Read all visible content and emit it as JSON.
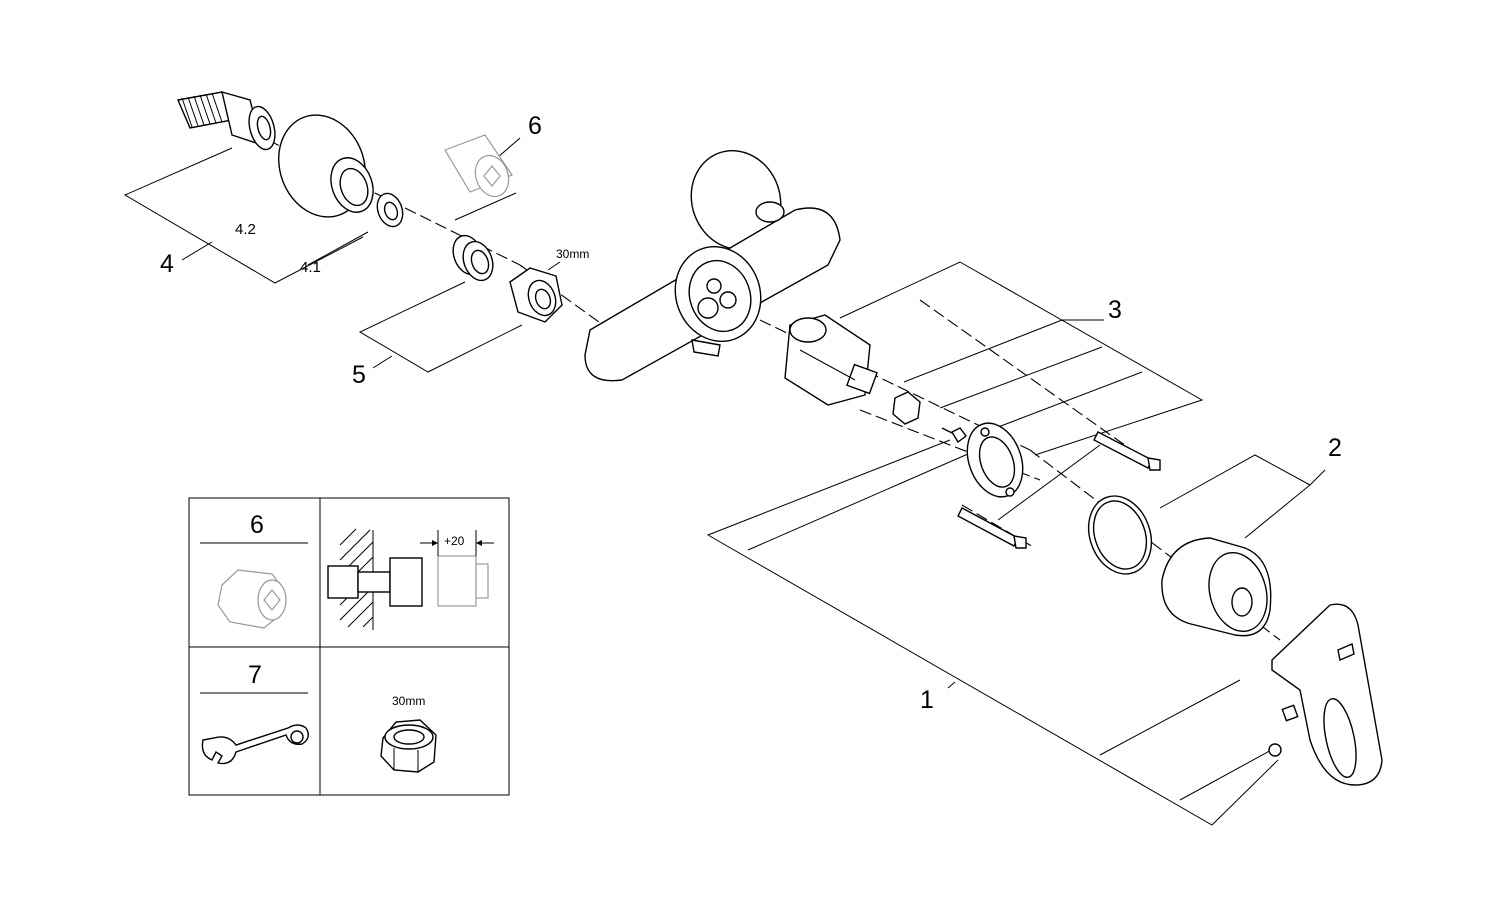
{
  "callouts": {
    "part_1": "1",
    "part_2": "2",
    "part_3": "3",
    "part_4": "4",
    "part_4_1": "4.1",
    "part_4_2": "4.2",
    "part_5": "5",
    "part_6": "6",
    "nut_size": "30mm"
  },
  "inset": {
    "cell_6_label": "6",
    "cell_7_label": "7",
    "extension_dim": "+20",
    "nut_size": "30mm"
  }
}
